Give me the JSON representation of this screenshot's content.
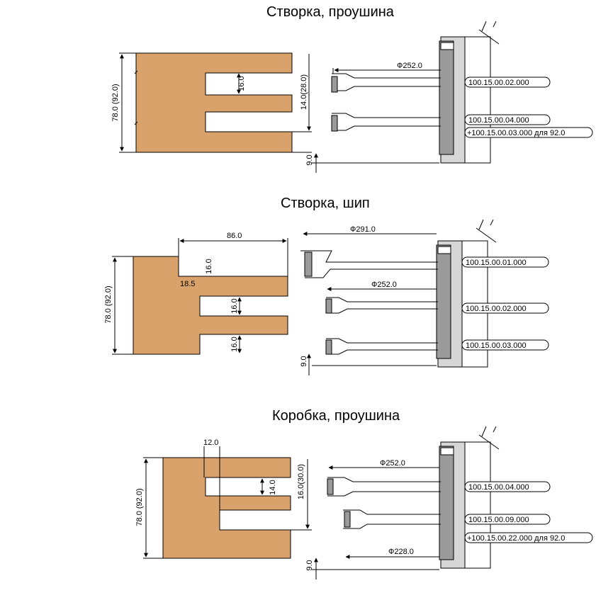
{
  "colors": {
    "profile_fill": "#d9a26b",
    "tool_gray": "#9a9a9a",
    "tool_light": "#d6d6d6",
    "line": "#000000"
  },
  "sections": [
    {
      "title": "Створка, проушина",
      "dims": {
        "height": "78.0 (92.0)",
        "slot": "16.0",
        "offset": "14.0(28.0)",
        "base": "9.0",
        "diameter": "Ф252.0"
      },
      "parts": [
        "100.15.00.02.000",
        "100.15.00.04.000",
        "+100.15.00.03.000 для 92.0"
      ]
    },
    {
      "title": "Створка, шип",
      "dims": {
        "height": "78.0 (92.0)",
        "width": "86.0",
        "step": "18.5",
        "top": "16.0",
        "mid": "16.0",
        "bottom": "16.0",
        "base": "9.0",
        "diameter1": "Ф291.0",
        "diameter2": "Ф252.0"
      },
      "parts": [
        "100.15.00.01.000",
        "100.15.00.02.000",
        "100.15.00.03.000"
      ]
    },
    {
      "title": "Коробка, проушина",
      "dims": {
        "height": "78.0 (92.0)",
        "width": "12.0",
        "slot": "14.0",
        "offset": "16.0(30.0)",
        "base": "9.0",
        "diameter1": "Ф252.0",
        "diameter2": "Ф228.0"
      },
      "parts": [
        "100.15.00.04.000",
        "100.15.00.09.000",
        "+100.15.00.22.000 для 92.0"
      ]
    }
  ]
}
